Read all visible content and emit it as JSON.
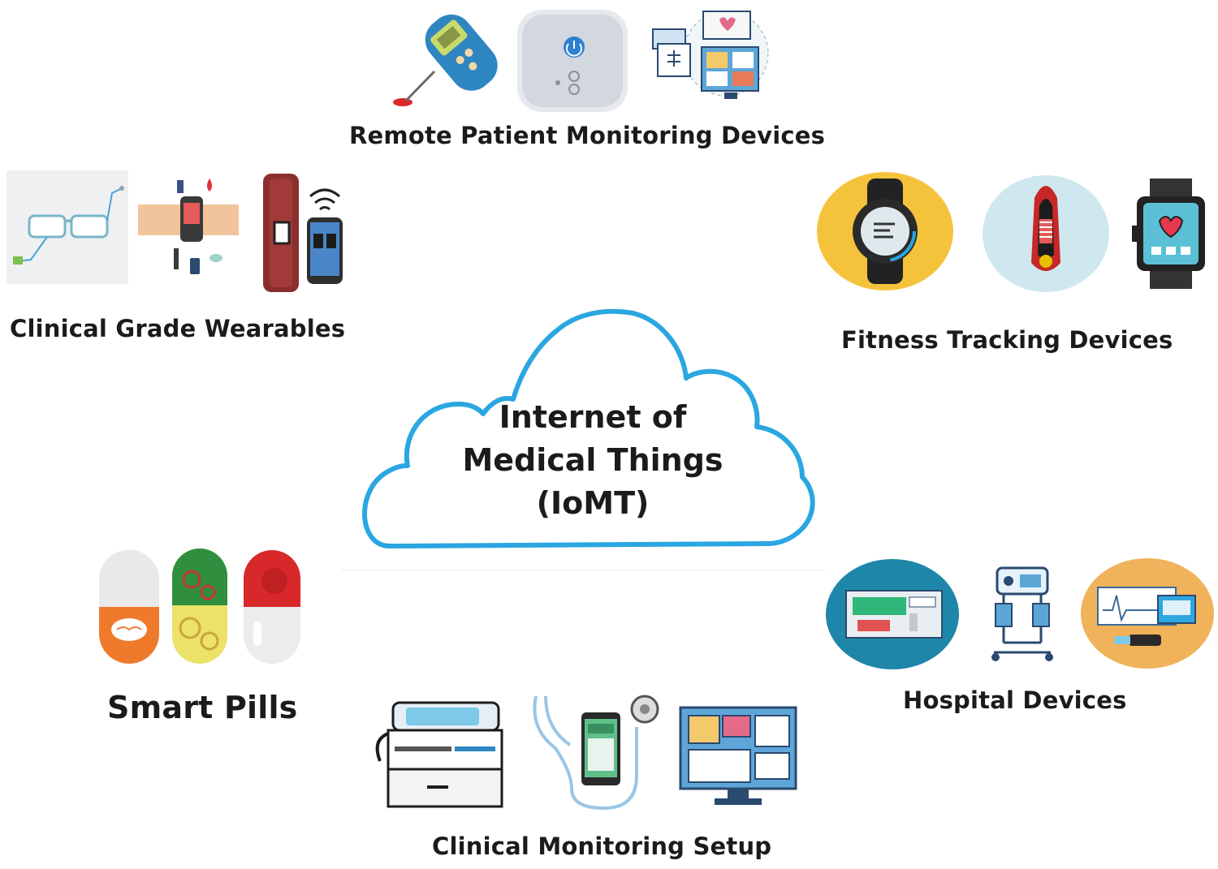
{
  "center": {
    "line1": "Internet of",
    "line2": "Medical Things",
    "line3": "(IoMT)"
  },
  "categories": {
    "remote": "Remote Patient Monitoring Devices",
    "clinical_wearables": "Clinical Grade Wearables",
    "fitness": "Fitness Tracking Devices",
    "smart_pills": "Smart Pills",
    "hospital": "Hospital Devices",
    "clinical_setup": "Clinical Monitoring Setup"
  },
  "colors": {
    "cloud_stroke": "#2aa6e0",
    "fitness_circle_1": "#f5c33b",
    "fitness_circle_2": "#cfe7ee",
    "hospital_circle_1": "#1e86a8",
    "hospital_circle_3": "#f0b25a",
    "pill_orange": "#f07a2b",
    "pill_green": "#2f8f3e",
    "pill_red": "#d8282b"
  },
  "icons": [
    "glucometer-icon",
    "health-monitor-device-icon",
    "telemedicine-dashboard-icon",
    "smart-glasses-icon",
    "wrist-sensor-icon",
    "wristband-phone-icon",
    "smartwatch-gear-icon",
    "fitness-band-icon",
    "heart-watch-icon",
    "brain-pill-icon",
    "gear-pill-icon",
    "red-pill-icon",
    "infusion-pump-icon",
    "iv-stand-icon",
    "ecg-monitor-icon",
    "medical-printer-icon",
    "stethoscope-phone-icon",
    "monitor-dashboard-icon"
  ]
}
